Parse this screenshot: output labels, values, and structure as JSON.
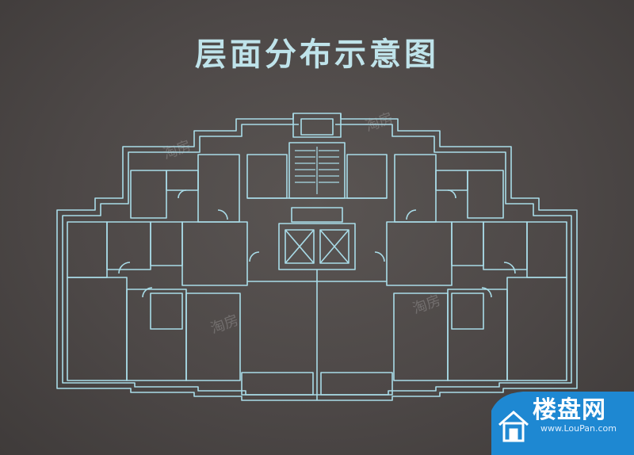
{
  "title": "层面分布示意图",
  "watermarks": [
    "淘房",
    "淘房",
    "淘房",
    "淘房"
  ],
  "logo": {
    "name": "楼盘网",
    "url": "www.LouPan.com"
  },
  "colors": {
    "background": "#4a4544",
    "line": "#a9dce8",
    "title": "#bfe3ea",
    "logo_blue": "#1e88d2"
  },
  "icons": [
    "house-logo-icon",
    "elevator-icon",
    "stair-icon"
  ]
}
